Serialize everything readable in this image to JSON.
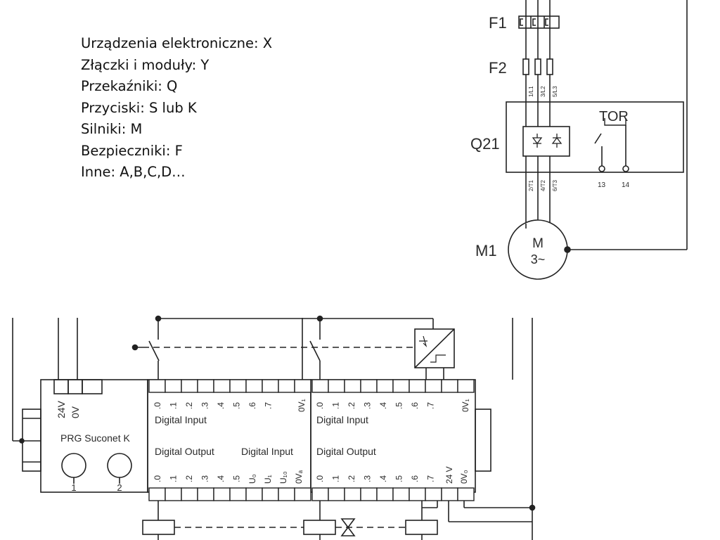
{
  "legend": [
    "Urządzenia elektroniczne: X",
    "Złączki i moduły: Y",
    "Przekaźniki: Q",
    "Przyciski: S lub K",
    "Silniki: M",
    "Bezpieczniki: F",
    "Inne: A,B,C,D…"
  ],
  "motor_circuit": {
    "f1_label": "F1",
    "f2_label": "F2",
    "q21_label": "Q21",
    "tor_label": "TOR",
    "m1_label": "M1",
    "motor_symbol_m": "M",
    "motor_symbol_phase": "3~",
    "terminals_top": [
      "1/L1",
      "3/L2",
      "5/L3"
    ],
    "terminals_bottom": [
      "2/T1",
      "4/T2",
      "6/T3"
    ],
    "contact_13": "13",
    "contact_14": "14"
  },
  "plc": {
    "supply_24v": "24V",
    "supply_0v": "0V",
    "model": "PRG Suconet K",
    "port_1": "1",
    "port_2": "2",
    "module1": {
      "input_terms": [
        ".0",
        ".1",
        ".2",
        ".3",
        ".4",
        ".5",
        ".6",
        ".7"
      ],
      "input_0v": "0V₁",
      "digital_input": "Digital Input",
      "digital_output": "Digital Output",
      "digital_input_2": "Digital Input",
      "output_terms": [
        ".0",
        ".1",
        ".2",
        ".3",
        ".4",
        ".5"
      ],
      "analog_terms": [
        "U₀",
        "U₁",
        "U₁₀",
        "0Vₐ"
      ]
    },
    "module2": {
      "input_terms": [
        ".0",
        ".1",
        ".2",
        ".3",
        ".4",
        ".5",
        ".6",
        ".7"
      ],
      "input_0v": "0V₁",
      "digital_input": "Digital Input",
      "digital_output": "Digital Output",
      "output_terms": [
        ".0",
        ".1",
        ".2",
        ".3",
        ".4",
        ".5",
        ".6",
        ".7"
      ],
      "supply_24v": "24 V",
      "supply_0v": "0V₀"
    }
  }
}
